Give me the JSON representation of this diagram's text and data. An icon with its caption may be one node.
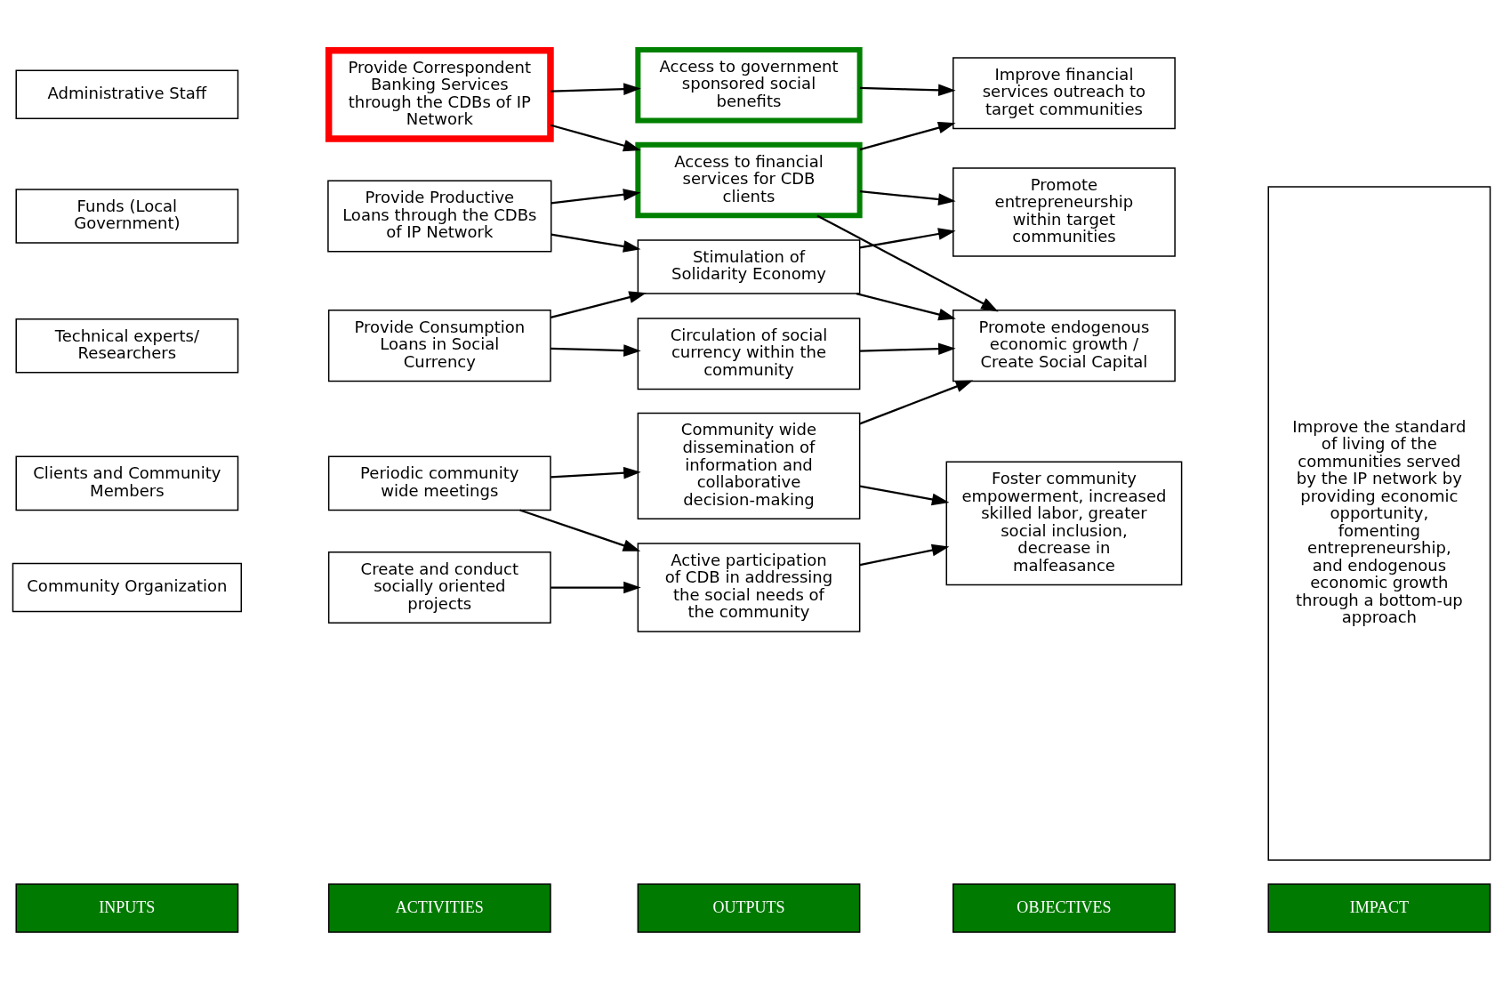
{
  "diagram": {
    "nodes": [
      {
        "text": [
          "INPUTS"
        ]
      },
      {
        "text": [
          "ACTIVITIES"
        ]
      },
      {
        "text": [
          "OUTPUTS"
        ]
      },
      {
        "text": [
          "OBJECTIVES"
        ]
      },
      {
        "text": [
          "IMPACT"
        ]
      },
      {
        "text": [
          "Administrative Staff"
        ]
      },
      {
        "text": [
          "Funds (Local Government)"
        ]
      },
      {
        "text": [
          "Technical experts/ Researchers"
        ]
      },
      {
        "text": [
          "Clients and Community Members"
        ]
      },
      {
        "text": [
          "Community Organization"
        ]
      },
      {
        "text": [
          "Provide Correspondent Banking Services through the CDBs of IP Network"
        ]
      },
      {
        "text": [
          "Provide Productive Loans through the CDBs of IP Network"
        ]
      },
      {
        "text": [
          "Provide Consumption Loans in Social Currency"
        ]
      },
      {
        "text": [
          "Periodic community wide meetings"
        ]
      },
      {
        "text": [
          "Create and conduct socially oriented projects"
        ]
      },
      {
        "text": [
          "Access to government sponsored social benefits"
        ]
      },
      {
        "text": [
          "Access to financial services for CDB clients"
        ]
      },
      {
        "text": [
          "Stimulation of Solidarity Economy"
        ]
      },
      {
        "text": [
          "Circulation of social currency within the community"
        ]
      },
      {
        "text": [
          "Community wide dissemination of information and collaborative decision-making"
        ]
      },
      {
        "text": [
          "Active participation of CDB in addressing the social needs of the community"
        ]
      },
      {
        "text": [
          "Improve financial services outreach to target communities"
        ]
      },
      {
        "text": [
          "Promote entrepreneurship within target communities"
        ]
      },
      {
        "text": [
          "Promote endogenous economic growth / Create Social Capital"
        ]
      },
      {
        "text": [
          "Foster community empowerment, increased skilled labor, greater social inclusion, decrease in malfeasance"
        ]
      },
      {
        "text": [
          "Improve the standard of living of the communities served by the IP network by providing economic opportunity, fomenting entrepreneurship, and endogenous economic growth through a bottom-up approach"
        ]
      }
    ],
    "edges": [
      {
        "from": 10,
        "to": 15,
        "arrow": "to"
      },
      {
        "from": 10,
        "to": 16,
        "arrow": "to"
      },
      {
        "from": 11,
        "to": 16,
        "arrow": "to"
      },
      {
        "from": 11,
        "to": 17,
        "arrow": "to"
      },
      {
        "from": 12,
        "to": 17,
        "arrow": "to"
      },
      {
        "from": 12,
        "to": 18,
        "arrow": "to"
      },
      {
        "from": 13,
        "to": 19,
        "arrow": "to"
      },
      {
        "from": 13,
        "to": 20,
        "arrow": "to"
      },
      {
        "from": 14,
        "to": 20,
        "arrow": "to"
      },
      {
        "from": 15,
        "to": 21,
        "arrow": "to"
      },
      {
        "from": 16,
        "to": 21,
        "arrow": "to"
      },
      {
        "from": 16,
        "to": 22,
        "arrow": "to"
      },
      {
        "from": 16,
        "to": 23,
        "arrow": "to"
      },
      {
        "from": 17,
        "to": 22,
        "arrow": "to"
      },
      {
        "from": 17,
        "to": 23,
        "arrow": "to"
      },
      {
        "from": 18,
        "to": 23,
        "arrow": "to"
      },
      {
        "from": 19,
        "to": 23,
        "arrow": "to"
      },
      {
        "from": 19,
        "to": 24,
        "arrow": "to"
      },
      {
        "from": 20,
        "to": 24,
        "arrow": "to"
      }
    ]
  }
}
